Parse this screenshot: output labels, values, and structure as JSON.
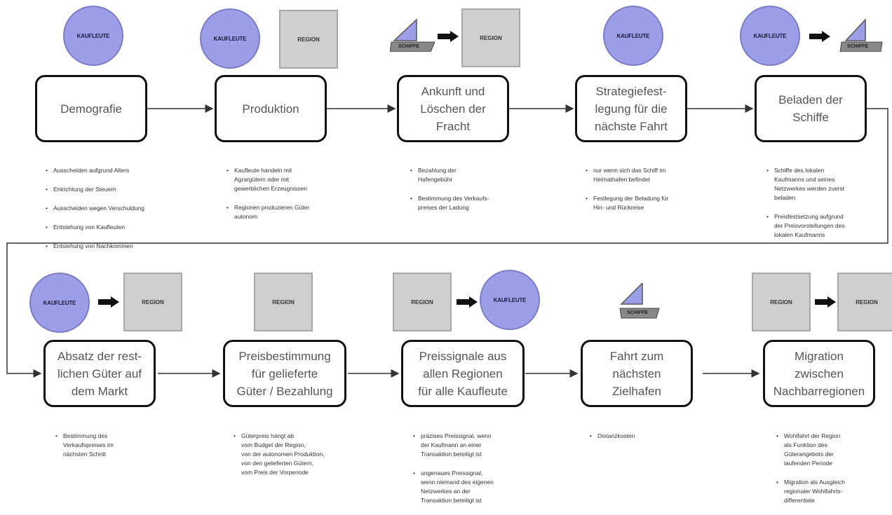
{
  "labels": {
    "merchants": "KAUFLEUTE",
    "region": "REGION",
    "ships": "SCHIFFE"
  },
  "steps": [
    {
      "title": "Demografie",
      "bullets": [
        "Ausscheiden aufgrund Alters",
        "Entrichtung der Steuern",
        "Ausscheiden wegen Verschuldung",
        "Entstehung von Kaufleuten",
        "Entstehung von Nachkommen"
      ]
    },
    {
      "title": "Produktion",
      "bullets": [
        "Kaufleute handeln mit\nAgrargütern oder mit\ngewerblichen Erzeugnissen",
        "Regionen produzieren Güter\nautonom"
      ]
    },
    {
      "title": "Ankunft und\nLöschen der\nFracht",
      "bullets": [
        "Bezahlung der\nHafengebühr",
        "Bestimmung des Verkaufs-\npreises der Ladung"
      ]
    },
    {
      "title": "Strategiefest-\nlegung für die\nnächste Fahrt",
      "bullets": [
        "nur wenn sich das Schiff im\nHeimathafen befindet",
        "Festlegung der Beladung für\nHin- und Rückreise"
      ]
    },
    {
      "title": "Beladen der\nSchiffe",
      "bullets": [
        "Schiffe des lokalen\nKaufmanns und seines\nNetzwerkes werden zuerst\nbeladen",
        "Preisfestsetzung aufgrund\nder Preisvorstellungen des\nlokalen Kaufmanns"
      ]
    },
    {
      "title": "Absatz der rest-\nlichen Güter auf\ndem Markt",
      "bullets": [
        "Bestimmung des\nVerkaufspreises im\nnächsten Schritt"
      ]
    },
    {
      "title": "Preisbestimmung\nfür gelieferte\nGüter / Bezahlung",
      "bullets": [
        "Güterpreis hängt ab\nvom Budget der Region,\nvon der autonomen Produktion,\nvon den gelieferten Gütern,\nvom Preis der Vorperiode"
      ]
    },
    {
      "title": "Preissignale aus\nallen Regionen\nfür alle Kaufleute",
      "bullets": [
        "präzises Preissignal, wenn\nder Kaufmann an einer\nTransaktion beteiligt ist",
        "ungenaues Preissignal,\nwenn niemand des eigenen\nNetzwerkes an der\nTransaktion beteiligt ist"
      ]
    },
    {
      "title": "Fahrt zum\nnächsten\nZielhafen",
      "bullets": [
        "Distanzkosten"
      ]
    },
    {
      "title": "Migration\nzwischen\nNachbarregionen",
      "bullets": [
        "Wohlfahrt der Region\nals Funktion des\nGüterangebots der\nlaufenden Periode",
        "Migration als Ausgleich\nregionaler Wohlfahrts-\ndifferentiale"
      ]
    }
  ]
}
